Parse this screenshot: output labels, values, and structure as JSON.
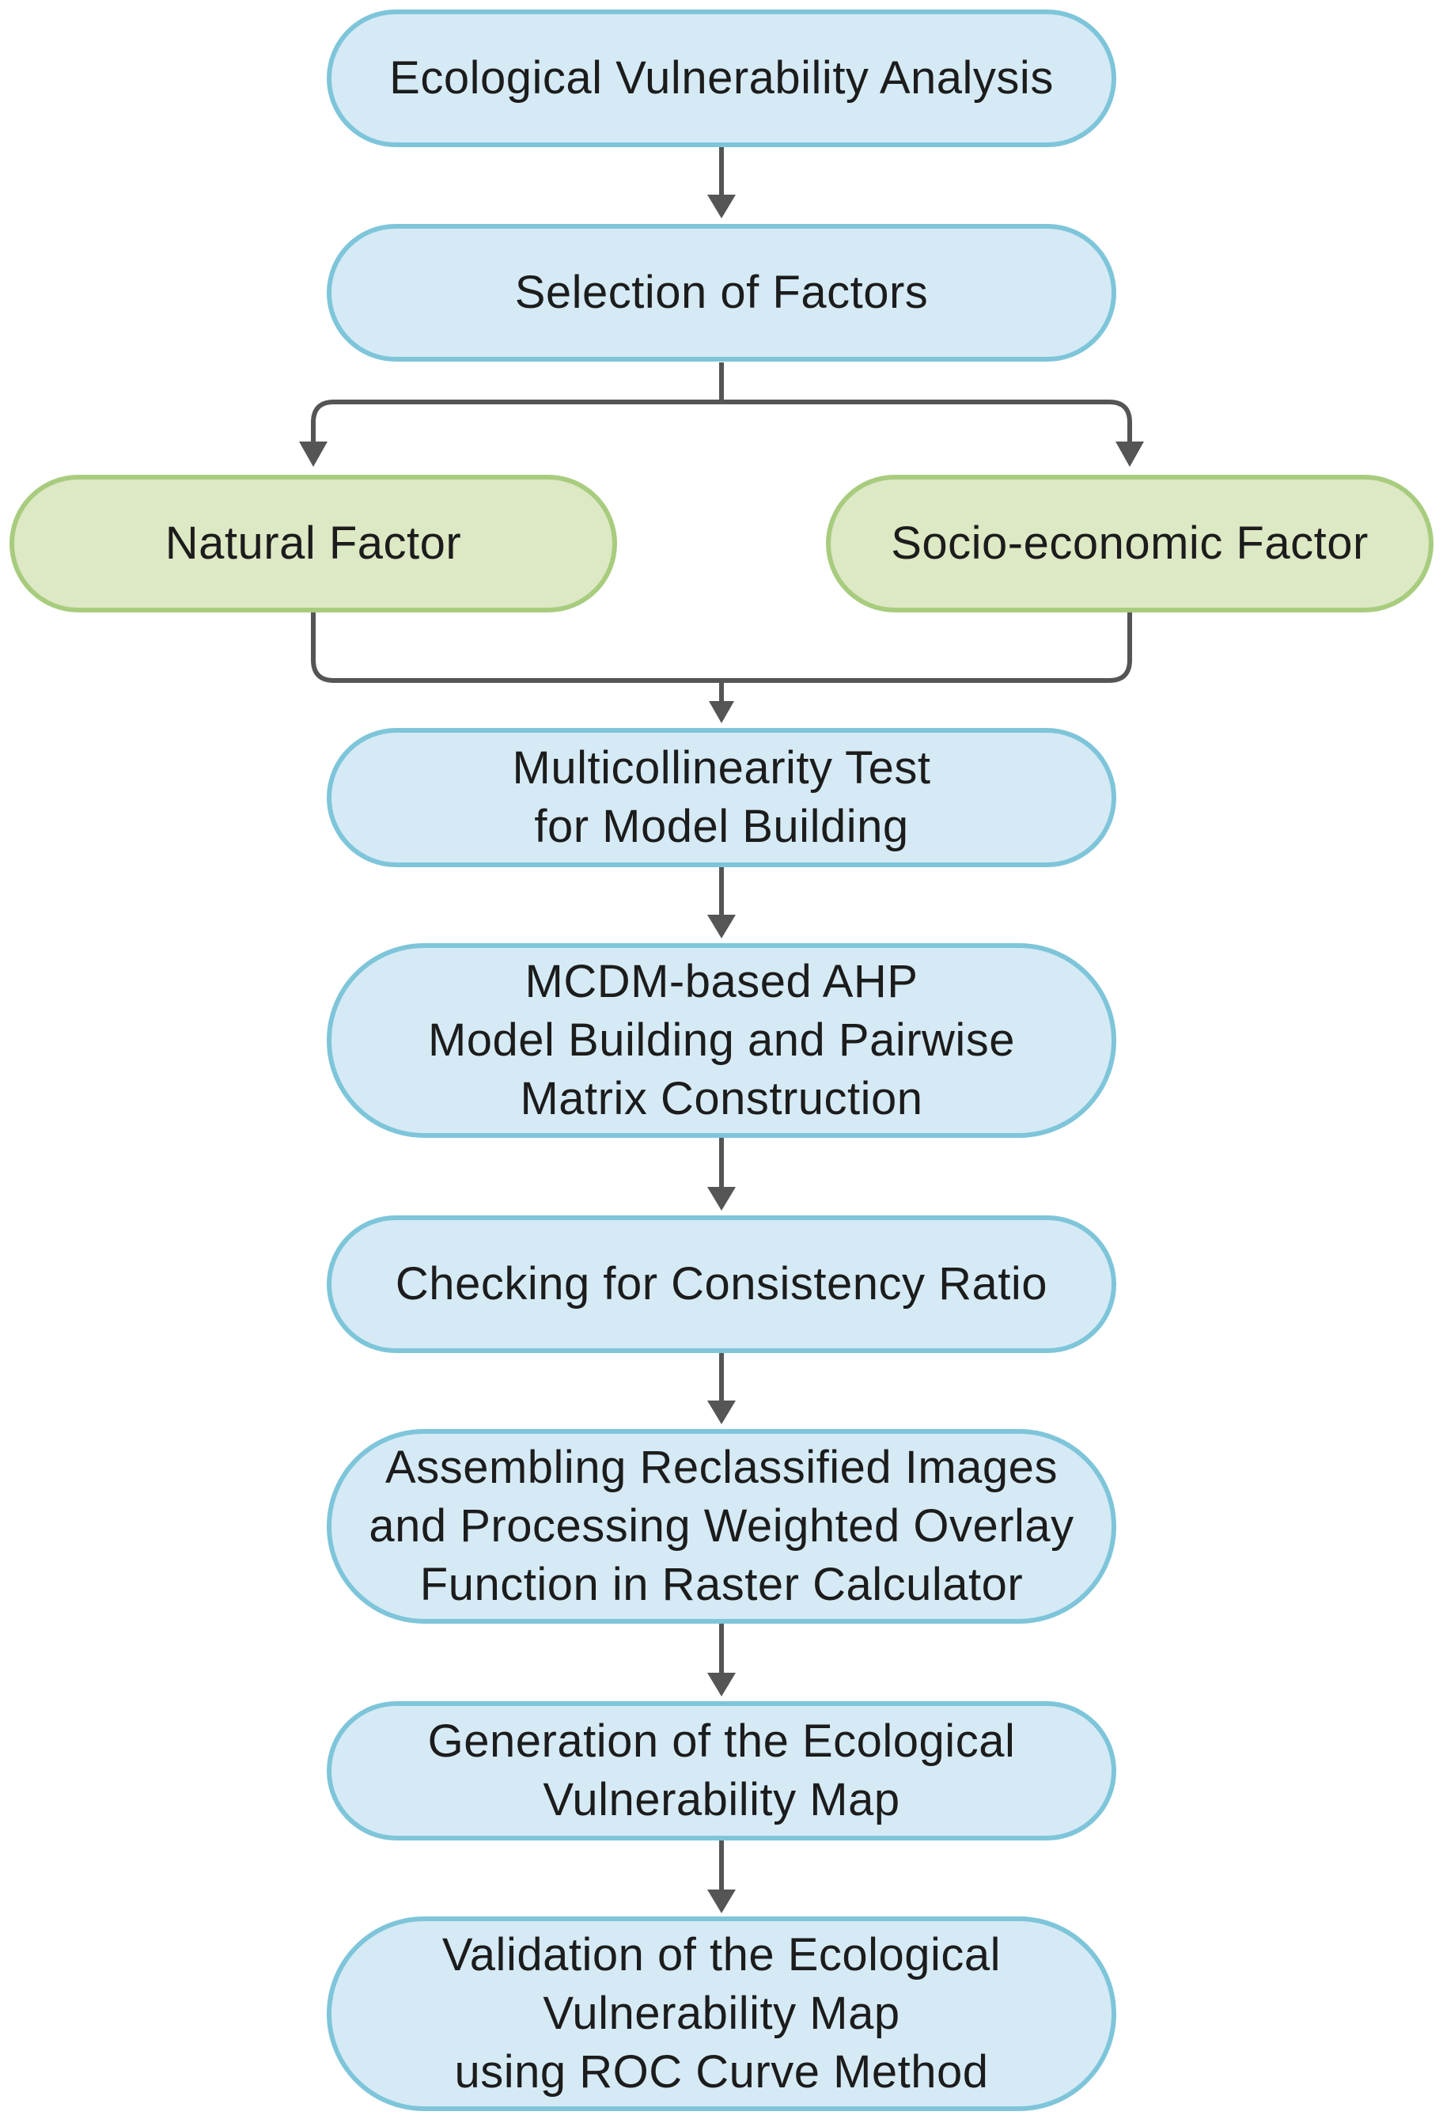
{
  "diagram": {
    "type": "flowchart",
    "colors": {
      "process_fill": "#d5eaf5",
      "process_border": "#7ec5da",
      "factor_fill": "#dde8c4",
      "factor_border": "#a8cc7e",
      "connector": "#555555",
      "text": "#1c1c1c"
    },
    "nodes": {
      "ecological_vulnerability_analysis": "Ecological Vulnerability Analysis",
      "selection_of_factors": "Selection of Factors",
      "natural_factor": "Natural Factor",
      "socio_economic_factor": "Socio-economic Factor",
      "multicollinearity_test": "Multicollinearity Test\nfor Model Building",
      "mcdm_ahp": "MCDM-based AHP\nModel Building and Pairwise\nMatrix Construction",
      "consistency_ratio": "Checking for Consistency Ratio",
      "assembling_images": "Assembling Reclassified Images\nand Processing Weighted Overlay\nFunction in Raster Calculator",
      "generation_map": "Generation of the Ecological\nVulnerability Map",
      "validation_map": "Validation of the Ecological\nVulnerability Map\nusing ROC Curve Method"
    },
    "edges": [
      {
        "from": "ecological_vulnerability_analysis",
        "to": "selection_of_factors"
      },
      {
        "from": "selection_of_factors",
        "to": "natural_factor"
      },
      {
        "from": "selection_of_factors",
        "to": "socio_economic_factor"
      },
      {
        "from": "natural_factor",
        "to": "multicollinearity_test"
      },
      {
        "from": "socio_economic_factor",
        "to": "multicollinearity_test"
      },
      {
        "from": "multicollinearity_test",
        "to": "mcdm_ahp"
      },
      {
        "from": "mcdm_ahp",
        "to": "consistency_ratio"
      },
      {
        "from": "consistency_ratio",
        "to": "assembling_images"
      },
      {
        "from": "assembling_images",
        "to": "generation_map"
      },
      {
        "from": "generation_map",
        "to": "validation_map"
      }
    ]
  }
}
